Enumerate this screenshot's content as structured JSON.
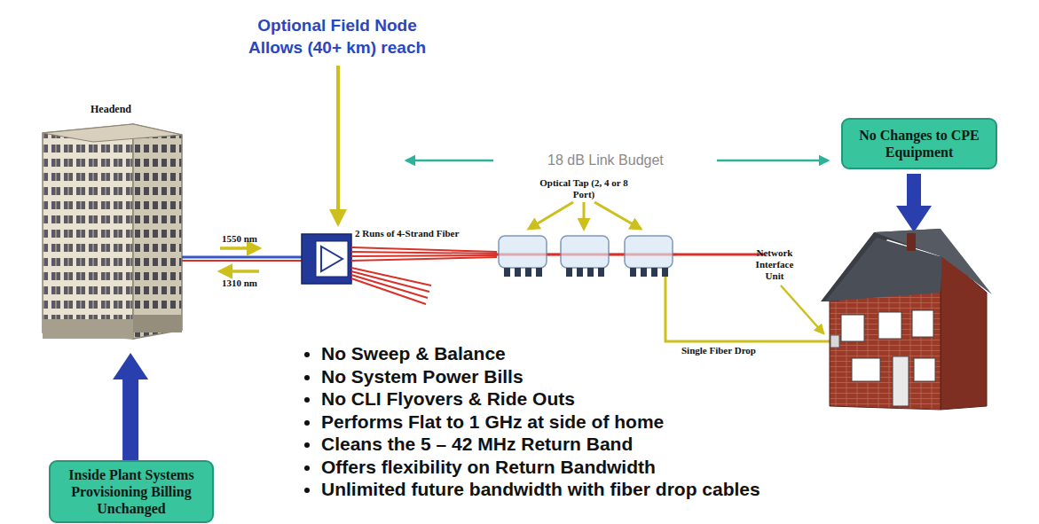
{
  "diagram": {
    "nodes": [
      {
        "text": [
          "Headend"
        ]
      },
      {
        "text": [
          "No Changes to CPE Equipment"
        ]
      },
      {
        "text": [
          "Inside Plant Systems Provisioning Billing Unchanged"
        ]
      }
    ],
    "edges": [
      {
        "from": 2,
        "to": 0,
        "arrow": "to"
      }
    ],
    "labels": [
      "Optional Field Node Allows (40+ km) reach",
      "18 dB Link Budget",
      "Optical Tap (2, 4 or 8 Port)",
      "1550 nm",
      "2 Runs of 4-Strand Fiber",
      "1310 nm",
      "Network Interface Unit",
      "Single Fiber Drop",
      "No Sweep & Balance",
      "No System Power Bills",
      "No CLI Flyovers & Ride Outs",
      "Performs Flat to 1 GHz at side of home",
      "Cleans the 5 – 42 MHz Return Band",
      "Offers flexibility on Return Bandwidth",
      "Unlimited future bandwidth with fiber drop cables"
    ]
  }
}
